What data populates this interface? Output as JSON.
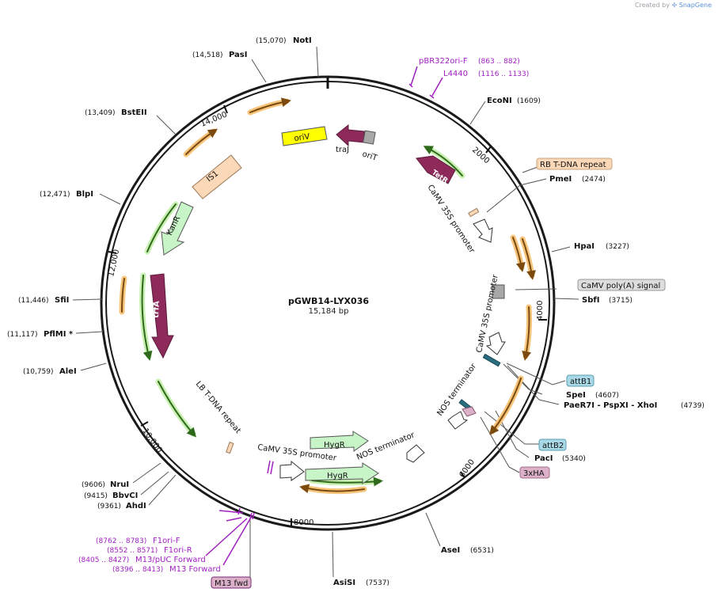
{
  "credit": {
    "prefix": "Created by",
    "brand": "SnapGene"
  },
  "plasmid": {
    "name": "pGWB14-LYX036",
    "size": "15,184 bp"
  },
  "ticks": [
    "2000",
    "4000",
    "6000",
    "8000",
    "10,000",
    "12,000",
    "14,000"
  ],
  "sites": [
    {
      "name": "NotI",
      "pos": "(15,070)"
    },
    {
      "name": "PasI",
      "pos": "(14,518)"
    },
    {
      "name": "BstEII",
      "pos": "(13,409)"
    },
    {
      "name": "BlpI",
      "pos": "(12,471)"
    },
    {
      "name": "SfiI",
      "pos": "(11,446)"
    },
    {
      "name": "PflMI *",
      "pos": "(11,117)"
    },
    {
      "name": "AleI",
      "pos": "(10,759)"
    },
    {
      "name": "NruI",
      "pos": "(9606)"
    },
    {
      "name": "BbvCI",
      "pos": "(9415)"
    },
    {
      "name": "AhdI",
      "pos": "(9361)"
    },
    {
      "name": "AsiSI",
      "pos": "(7537)"
    },
    {
      "name": "AseI",
      "pos": "(6531)"
    },
    {
      "name": "PacI",
      "pos": "(5340)"
    },
    {
      "name": "SpeI",
      "pos": "(4607)"
    },
    {
      "name": "PaeR7I - PspXI - XhoI",
      "pos": "(4739)"
    },
    {
      "name": "SbfI",
      "pos": "(3715)"
    },
    {
      "name": "HpaI",
      "pos": "(3227)"
    },
    {
      "name": "PmeI",
      "pos": "(2474)"
    },
    {
      "name": "EcoNI",
      "pos": "(1609)"
    }
  ],
  "primers": [
    {
      "name": "pBR322ori-F",
      "range": "(863 .. 882)"
    },
    {
      "name": "L4440",
      "range": "(1116 .. 1133)"
    },
    {
      "name": "F1ori-F",
      "range": "(8762 .. 8783)"
    },
    {
      "name": "F1ori-R",
      "range": "(8552 .. 8571)"
    },
    {
      "name": "M13/pUC Forward",
      "range": "(8405 .. 8427)"
    },
    {
      "name": "M13 Forward",
      "range": "(8396 .. 8413)"
    }
  ],
  "boxed_features": [
    "RB T-DNA repeat",
    "CaMV poly(A) signal",
    "attB1",
    "attB2",
    "3xHA",
    "M13 fwd"
  ],
  "inner_features": [
    "oriV",
    "traJ",
    "oriT",
    "TetR",
    "IS1",
    "KanR",
    "trfA",
    "HygR",
    "HygR",
    "CaMV 35S promoter",
    "CaMV 35S promoter",
    "CaMV 35S promoter",
    "NOS terminator",
    "NOS terminator",
    "LB T-DNA repeat"
  ],
  "colors": {
    "backbone": "#1a1a1a",
    "primer": "#a020c0",
    "orf": "#f0a830",
    "orf_dark": "#7a4a10",
    "green": "#6ab04c",
    "purple": "#8e2a5a",
    "yellow": "#ffff00",
    "pale_green": "#c8f5c8",
    "peach": "#fbd9b8",
    "attb": "#a9d9e6",
    "ha": "#dbb0c8",
    "grey_box": "#dddddd"
  }
}
